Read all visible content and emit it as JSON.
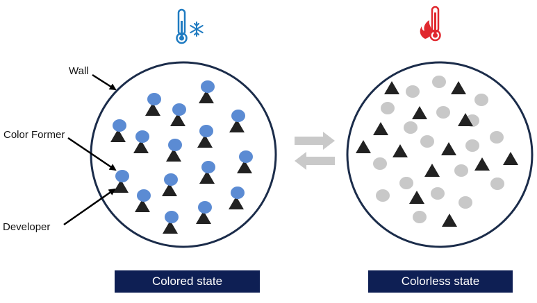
{
  "labels": {
    "wall": "Wall",
    "color_former": "Color Former",
    "developer": "Developer"
  },
  "states": {
    "colored": "Colored state",
    "colorless": "Colorless state"
  },
  "icons": {
    "cold": "thermometer-snowflake-icon",
    "hot": "thermometer-flame-icon",
    "equilibrium": "reversible-arrows-icon"
  },
  "colors": {
    "cold_accent": "#1f7bc1",
    "hot_accent": "#e0282e",
    "color_former_colored": "#5b8bd3",
    "color_former_colorless": "#c8c8c8",
    "developer": "#222222",
    "wall": "#1b2c4a",
    "banner_bg": "#0e1f54",
    "arrow": "#c9c9c9"
  }
}
